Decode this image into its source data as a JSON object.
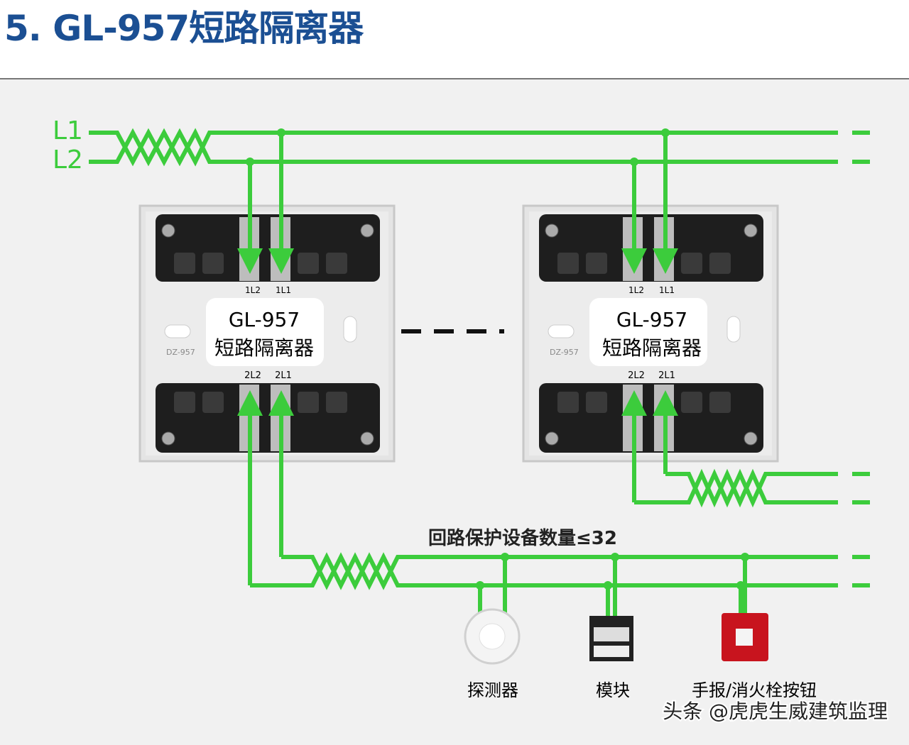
{
  "title": "5. GL-957短路隔离器",
  "wire_labels": {
    "l1": "L1",
    "l2": "L2"
  },
  "isolators": [
    {
      "name": "GL-957",
      "desc": "短路隔离器",
      "in_l2": "1L2",
      "in_l1": "1L1",
      "out_l2": "2L2",
      "out_l1": "2L1",
      "model_mark": "DZ-957"
    },
    {
      "name": "GL-957",
      "desc": "短路隔离器",
      "in_l2": "1L2",
      "in_l1": "1L1",
      "out_l2": "2L2",
      "out_l1": "2L1",
      "model_mark": "DZ-957"
    }
  ],
  "loop_note": "回路保护设备数量≤32",
  "devices": [
    {
      "label": "探测器",
      "icon": "smoke-detector-icon"
    },
    {
      "label": "模块",
      "icon": "module-icon"
    },
    {
      "label": "手报/消火栓按钮",
      "icon": "manual-call-point-icon"
    }
  ],
  "watermark": "头条 @虎虎生威建筑监理",
  "colors": {
    "wire": "#3ccc3c",
    "title": "#1b4f93",
    "terminal": "#1e1e1e",
    "call_point": "#c8141e"
  }
}
